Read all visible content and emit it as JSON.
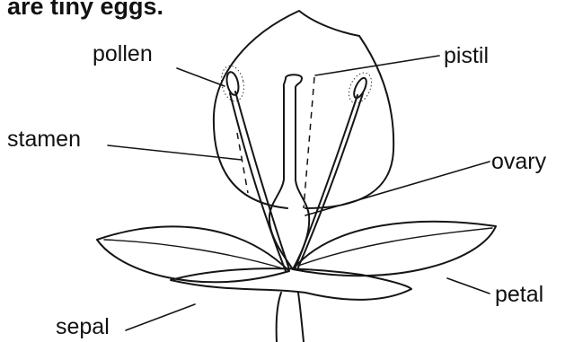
{
  "heading_fragment": "are tiny eggs.",
  "labels": {
    "pollen": "pollen",
    "pistil": "pistil",
    "stamen": "stamen",
    "ovary": "ovary",
    "petal": "petal",
    "sepal": "sepal"
  },
  "colors": {
    "ink": "#151515",
    "background": "#ffffff"
  }
}
